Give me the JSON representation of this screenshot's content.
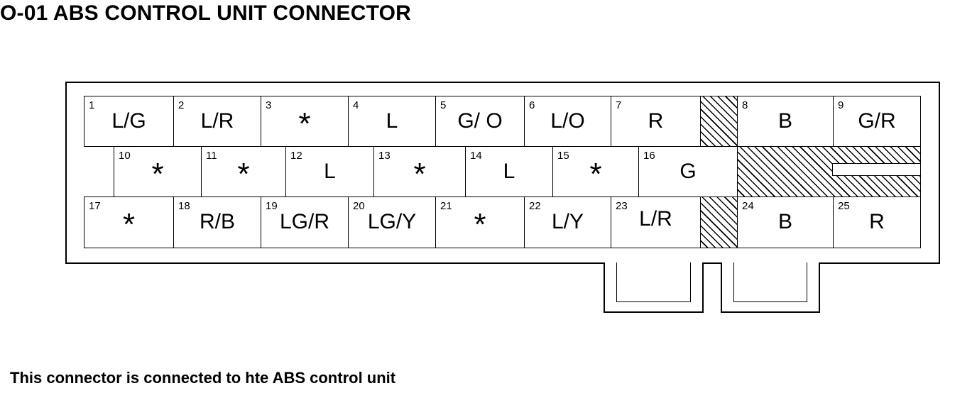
{
  "title": "O-01 ABS CONTROL UNIT CONNECTOR",
  "footnote": "This connector is connected to hte ABS control unit",
  "pins": [
    {
      "num": "1",
      "wire": "L/G"
    },
    {
      "num": "2",
      "wire": "L/R"
    },
    {
      "num": "3",
      "wire": "*"
    },
    {
      "num": "4",
      "wire": "L"
    },
    {
      "num": "5",
      "wire": "G/ O"
    },
    {
      "num": "6",
      "wire": "L/O"
    },
    {
      "num": "7",
      "wire": "R"
    },
    {
      "num": "8",
      "wire": "B"
    },
    {
      "num": "9",
      "wire": "G/R"
    },
    {
      "num": "10",
      "wire": "*"
    },
    {
      "num": "11",
      "wire": "*"
    },
    {
      "num": "12",
      "wire": "L"
    },
    {
      "num": "13",
      "wire": "*"
    },
    {
      "num": "14",
      "wire": "L"
    },
    {
      "num": "15",
      "wire": "*"
    },
    {
      "num": "16",
      "wire": "G"
    },
    {
      "num": "17",
      "wire": "*"
    },
    {
      "num": "18",
      "wire": "R/B"
    },
    {
      "num": "19",
      "wire": "LG/R"
    },
    {
      "num": "20",
      "wire": "LG/Y"
    },
    {
      "num": "21",
      "wire": "*"
    },
    {
      "num": "22",
      "wire": "L/Y"
    },
    {
      "num": "23",
      "wire": "L/R"
    },
    {
      "num": "24",
      "wire": "B"
    },
    {
      "num": "25",
      "wire": "R"
    }
  ]
}
